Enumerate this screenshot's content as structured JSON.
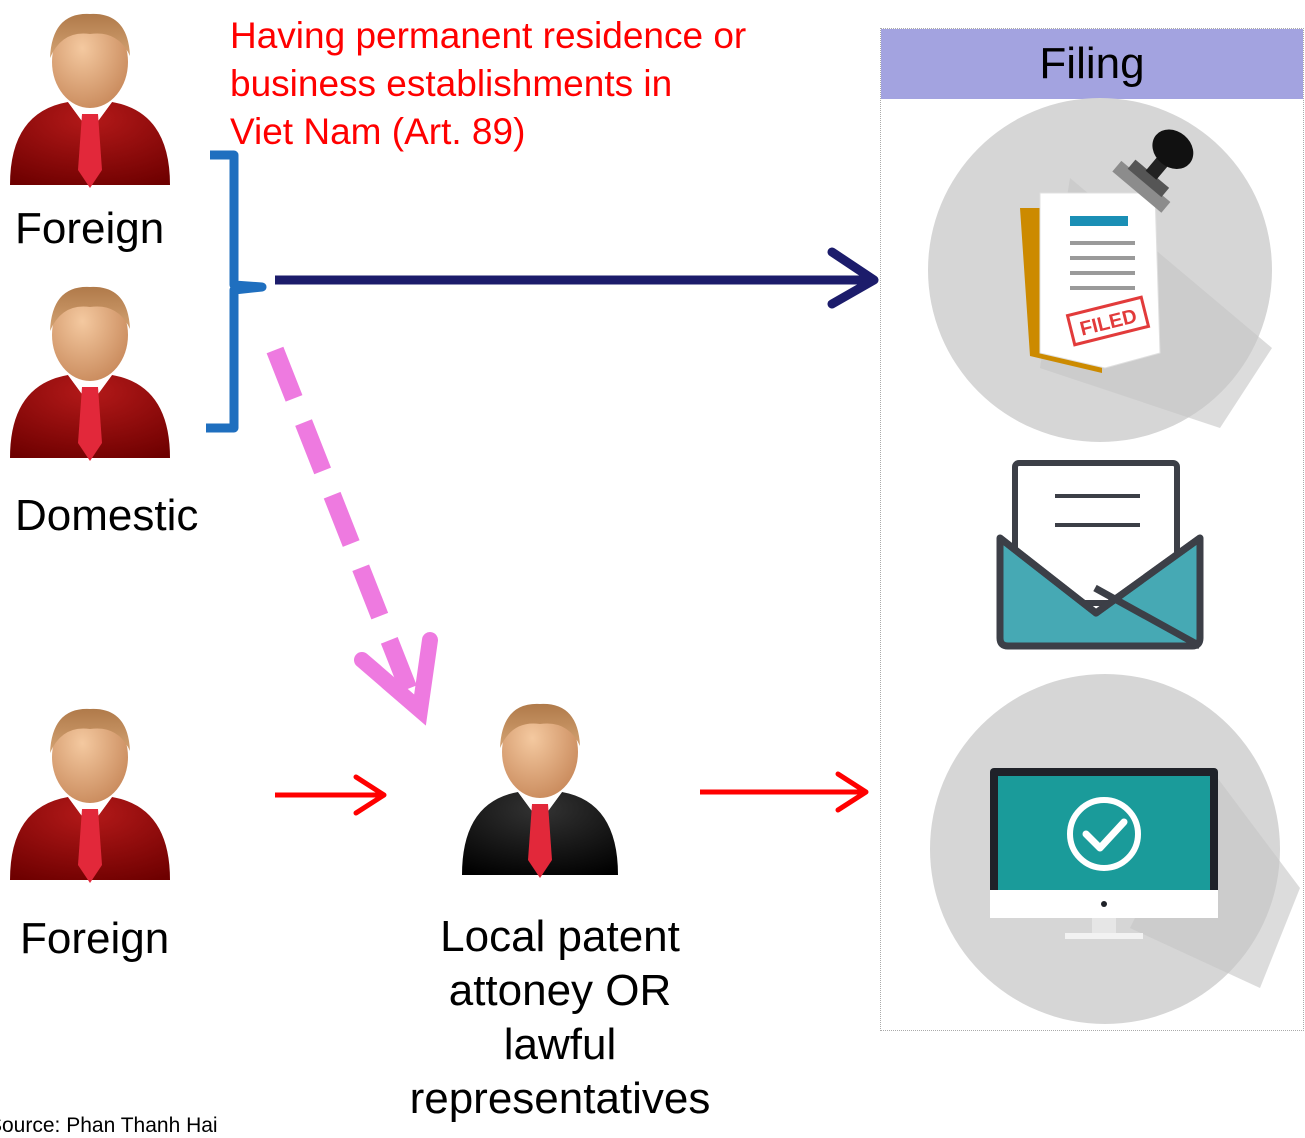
{
  "note": {
    "lines": [
      "Having permanent residence or",
      "business  establishments in",
      "Viet Nam (Art. 89)"
    ],
    "color": "#ff0000"
  },
  "people": {
    "foreign_top": "Foreign",
    "domestic": "Domestic",
    "foreign_bottom": "Foreign"
  },
  "attorney": {
    "lines": [
      "Local patent",
      "attoney OR",
      "lawful",
      "representatives"
    ]
  },
  "filing": {
    "title": "Filing",
    "stamp_text": "FILED",
    "methods": [
      "paper-filing-icon",
      "mail-filing-icon",
      "online-filing-icon"
    ]
  },
  "source": "Source: Phan Thanh Hai",
  "colors": {
    "bracket": "#1f6fbf",
    "direct_arrow": "#1c1c6b",
    "dashed_arrow": "#ee7ae0",
    "red_arrow": "#ff0000",
    "header": "#a3a3e0"
  }
}
